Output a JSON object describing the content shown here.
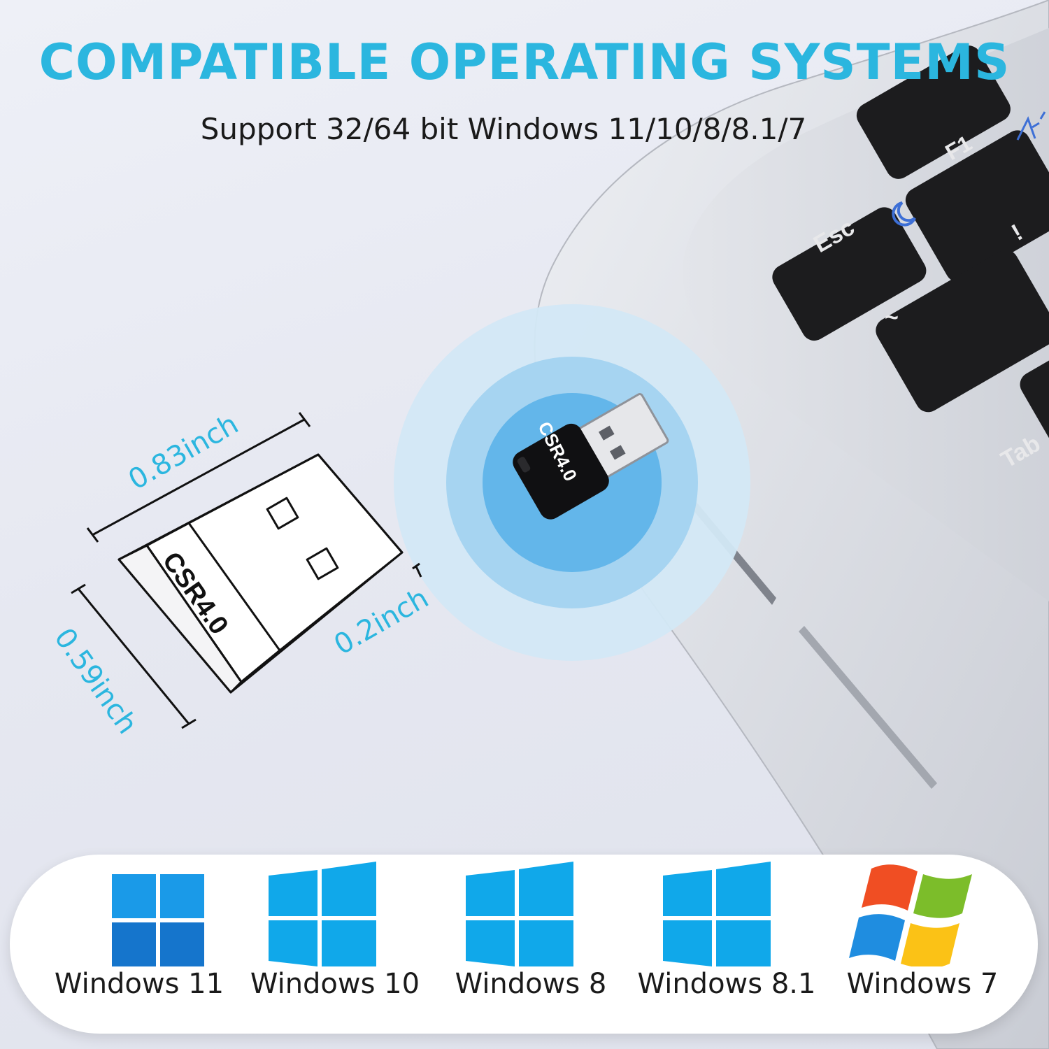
{
  "header": {
    "title": "COMPATIBLE OPERATING SYSTEMS",
    "subtitle": "Support 32/64 bit Windows 11/10/8/8.1/7"
  },
  "product": {
    "model_label": "CSR4.0",
    "dimensions": {
      "length": "0.83inch",
      "height": "0.59inch",
      "thickness": "0.2inch"
    }
  },
  "keyboard": {
    "keys": [
      "Esc",
      "F1",
      "Tab"
    ]
  },
  "os_list": [
    {
      "name": "Windows 11",
      "icon": "windows-11-logo-icon"
    },
    {
      "name": "Windows 10",
      "icon": "windows-10-logo-icon"
    },
    {
      "name": "Windows 8",
      "icon": "windows-8-logo-icon"
    },
    {
      "name": "Windows 8.1",
      "icon": "windows-8-1-logo-icon"
    },
    {
      "name": "Windows 7",
      "icon": "windows-7-logo-icon"
    }
  ],
  "colors": {
    "accent": "#2bb6df",
    "signal_light": "#cfe6f6",
    "signal_mid": "#9cd0f0",
    "signal_core": "#5bb5ea",
    "win11_blue": "#1a9ae8",
    "win10_blue": "#10a8ea",
    "win7_red": "#f04e23",
    "win7_green": "#7cbd2a",
    "win7_blue": "#1f8de0",
    "win7_yellow": "#fbc216"
  }
}
